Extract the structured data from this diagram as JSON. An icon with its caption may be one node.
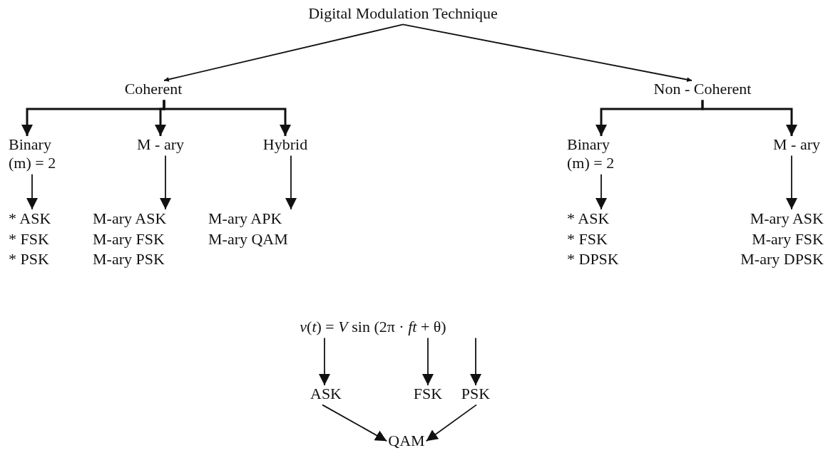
{
  "diagram": {
    "nodes": [
      {
        "text": [
          "Digital Modulation Technique"
        ]
      },
      {
        "text": [
          "Coherent"
        ]
      },
      {
        "text": [
          "Non - Coherent"
        ]
      },
      {
        "text": [
          "Binary (m) = 2"
        ]
      },
      {
        "text": [
          "M - ary"
        ]
      },
      {
        "text": [
          "Hybrid"
        ]
      },
      {
        "text": [
          "* ASK",
          "* FSK",
          "* PSK"
        ]
      },
      {
        "text": [
          "M-ary ASK",
          "M-ary FSK",
          "M-ary PSK"
        ]
      },
      {
        "text": [
          "M-ary APK",
          "M-ary QAM"
        ]
      },
      {
        "text": [
          "Binary (m) = 2"
        ]
      },
      {
        "text": [
          "M - ary"
        ]
      },
      {
        "text": [
          "* ASK",
          "* FSK",
          "* DPSK"
        ]
      },
      {
        "text": [
          "M-ary ASK",
          "M-ary FSK",
          "M-ary DPSK"
        ]
      },
      {
        "text": [
          "*v*(*t*) = *V* sin (2π · *ft* + θ)"
        ]
      },
      {
        "text": [
          "ASK"
        ]
      },
      {
        "text": [
          "FSK"
        ]
      },
      {
        "text": [
          "PSK"
        ]
      },
      {
        "text": [
          "QAM"
        ]
      }
    ],
    "edges": [
      {
        "from": 0,
        "to": 1,
        "arrow": "to"
      },
      {
        "from": 0,
        "to": 2,
        "arrow": "to"
      },
      {
        "from": 1,
        "to": 3,
        "arrow": "to"
      },
      {
        "from": 1,
        "to": 4,
        "arrow": "to"
      },
      {
        "from": 1,
        "to": 5,
        "arrow": "to"
      },
      {
        "from": 2,
        "to": 9,
        "arrow": "to"
      },
      {
        "from": 2,
        "to": 10,
        "arrow": "to"
      },
      {
        "from": 3,
        "to": 6,
        "arrow": "to"
      },
      {
        "from": 4,
        "to": 7,
        "arrow": "to"
      },
      {
        "from": 5,
        "to": 8,
        "arrow": "to"
      },
      {
        "from": 9,
        "to": 11,
        "arrow": "to"
      },
      {
        "from": 10,
        "to": 12,
        "arrow": "to"
      },
      {
        "from": 13,
        "to": 14,
        "arrow": "to"
      },
      {
        "from": 13,
        "to": 15,
        "arrow": "to"
      },
      {
        "from": 13,
        "to": 16,
        "arrow": "to"
      },
      {
        "from": 14,
        "to": 17,
        "arrow": "to"
      },
      {
        "from": 16,
        "to": 17,
        "arrow": "to"
      }
    ]
  }
}
